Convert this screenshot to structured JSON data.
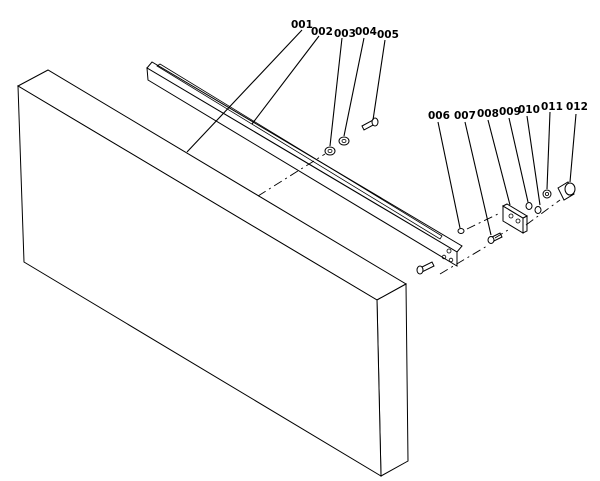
{
  "diagram": {
    "callouts": [
      {
        "id": "001",
        "label": "001"
      },
      {
        "id": "002",
        "label": "002"
      },
      {
        "id": "003",
        "label": "003"
      },
      {
        "id": "004",
        "label": "004"
      },
      {
        "id": "005",
        "label": "005"
      },
      {
        "id": "006",
        "label": "006"
      },
      {
        "id": "007",
        "label": "007"
      },
      {
        "id": "008",
        "label": "008"
      },
      {
        "id": "009",
        "label": "009"
      },
      {
        "id": "010",
        "label": "010"
      },
      {
        "id": "011",
        "label": "011"
      },
      {
        "id": "012",
        "label": "012"
      }
    ]
  }
}
